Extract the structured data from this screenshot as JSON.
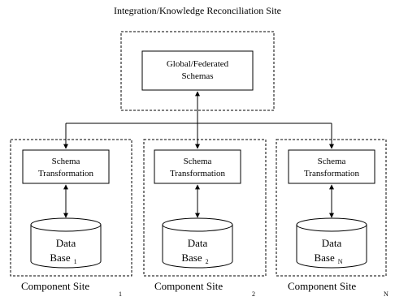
{
  "title": "Integration/Knowledge Reconciliation Site",
  "global_box": {
    "line1": "Global/Federated",
    "line2": "Schemas"
  },
  "sites": [
    {
      "transform_line1": "Schema",
      "transform_line2": "Transformation",
      "db_line1": "Data",
      "db_line2": "Base",
      "db_sub": "1",
      "site_label": "Component Site",
      "site_sub": "1"
    },
    {
      "transform_line1": "Schema",
      "transform_line2": "Transformation",
      "db_line1": "Data",
      "db_line2": "Base",
      "db_sub": "2",
      "site_label": "Component Site",
      "site_sub": "2"
    },
    {
      "transform_line1": "Schema",
      "transform_line2": "Transformation",
      "db_line1": "Data",
      "db_line2": "Base",
      "db_sub": "N",
      "site_label": "Component Site",
      "site_sub": "N"
    }
  ]
}
